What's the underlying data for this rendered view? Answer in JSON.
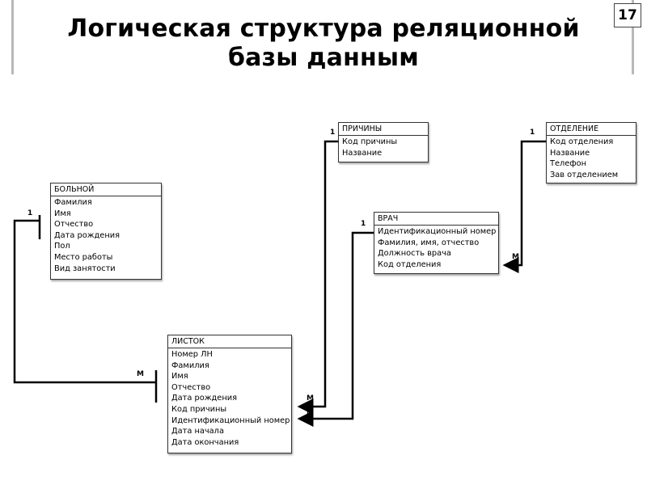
{
  "slide": {
    "page_number": "17",
    "title": "Логическая структура реляционной базы данным"
  },
  "entities": {
    "bolnoy": {
      "name": "БОЛЬНОЙ",
      "fields": [
        "Фамилия",
        "Имя",
        "Отчество",
        "Дата рождения",
        "Пол",
        "Место работы",
        "Вид занятости"
      ]
    },
    "prichiny": {
      "name": "ПРИЧИНЫ",
      "fields": [
        "Код причины",
        "Название"
      ]
    },
    "otdelenie": {
      "name": "ОТДЕЛЕНИЕ",
      "fields": [
        "Код отделения",
        "Название",
        "Телефон",
        "Зав отделением"
      ]
    },
    "vrach": {
      "name": "ВРАЧ",
      "fields": [
        "Идентификационный номер",
        "Фамилия, имя, отчество",
        "Должность врача",
        "Код отделения"
      ]
    },
    "listok": {
      "name": "ЛИСТОК",
      "fields": [
        "Номер ЛН",
        "Фамилия",
        "Имя",
        "Отчество",
        "Дата рождения",
        "Код причины",
        "Идентификационный номер",
        "Дата начала",
        "Дата окончания"
      ]
    }
  },
  "cardinality": {
    "bolnoy_listok": {
      "one": "1",
      "many": "M"
    },
    "prichiny_listok": {
      "one": "1",
      "many": "M"
    },
    "vrach_listok": {
      "one": "1",
      "many": "M"
    },
    "otdelenie_vrach": {
      "one": "1",
      "many": "M"
    }
  }
}
